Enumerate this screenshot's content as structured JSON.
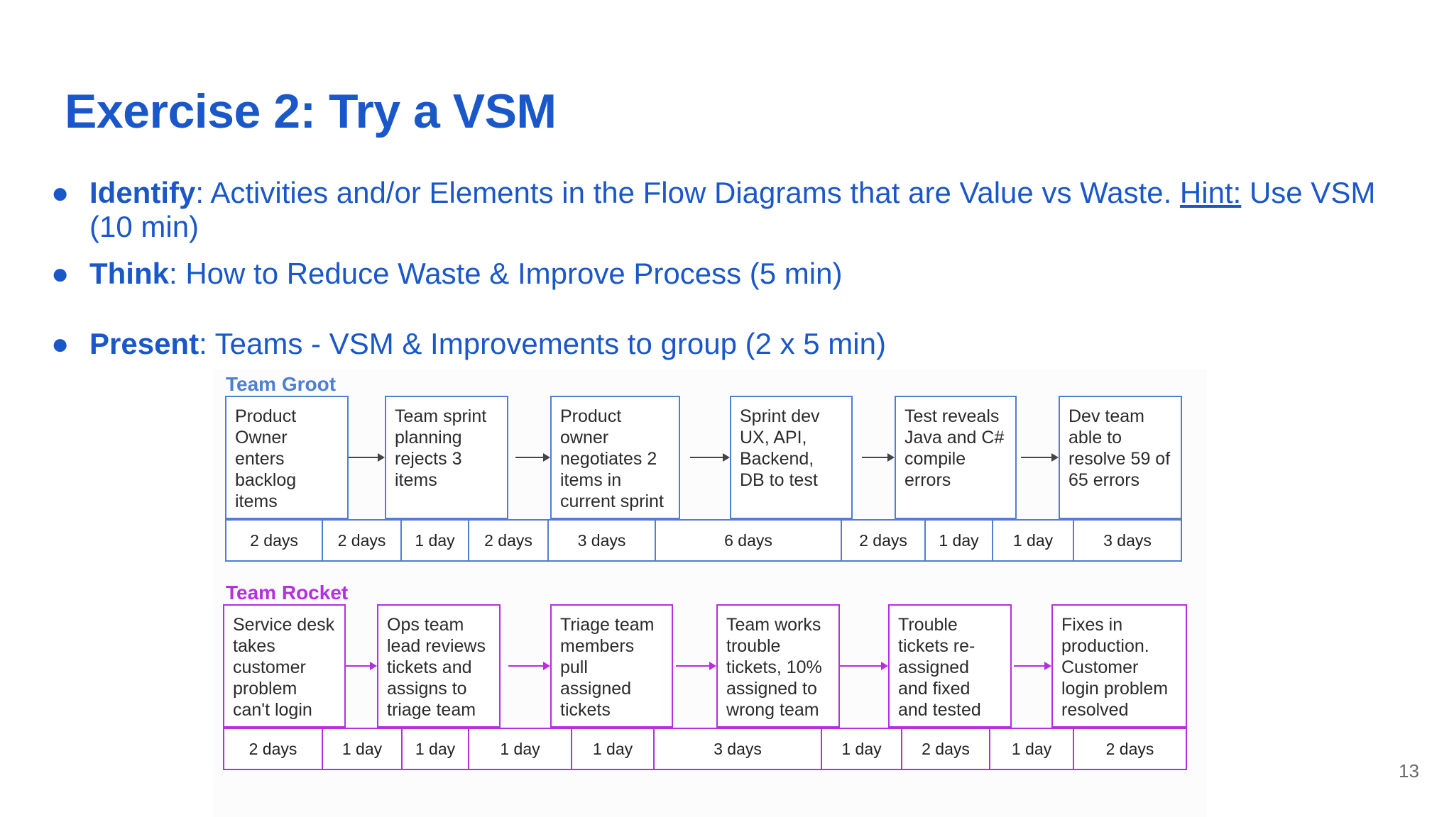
{
  "slide": {
    "title": "Exercise 2: Try a VSM",
    "page_number": "13"
  },
  "bullets": [
    {
      "bold": "Identify",
      "text": ": Activities and/or Elements in the Flow Diagrams that are Value vs Waste. ",
      "hint": "Hint:",
      "after": " Use VSM (10 min)"
    },
    {
      "bold": "Think",
      "text": ": How to Reduce Waste & Improve Process (5 min)"
    },
    {
      "bold": "Present",
      "text": ": Teams - VSM & Improvements to group (2 x 5 min)"
    }
  ],
  "teams": [
    {
      "name": "Team Groot",
      "color": "#4f7fd1",
      "steps": [
        "Product Owner enters backlog items",
        "Team sprint planning rejects 3 items",
        "Product owner negotiates 2 items in current sprint",
        "Sprint dev UX, API, Backend, DB to test",
        "Test reveals Java and C# compile errors",
        "Dev team able to resolve 59 of 65 errors"
      ],
      "timeline": [
        "2 days",
        "2 days",
        "1 day",
        "2 days",
        "3 days",
        "6 days",
        "2 days",
        "1 day",
        "1 day",
        "3 days"
      ]
    },
    {
      "name": "Team Rocket",
      "color": "#b52ee0",
      "steps": [
        "Service desk takes customer problem can't login",
        "Ops team lead reviews tickets and assigns to triage team",
        "Triage team members pull assigned tickets",
        "Team works trouble tickets, 10% assigned to wrong team",
        "Trouble tickets re-assigned and fixed and tested",
        "Fixes in production. Customer login problem resolved"
      ],
      "timeline": [
        "2 days",
        "1 day",
        "1 day",
        "1 day",
        "1 day",
        "3 days",
        "1 day",
        "2 days",
        "1 day",
        "2 days"
      ]
    }
  ]
}
